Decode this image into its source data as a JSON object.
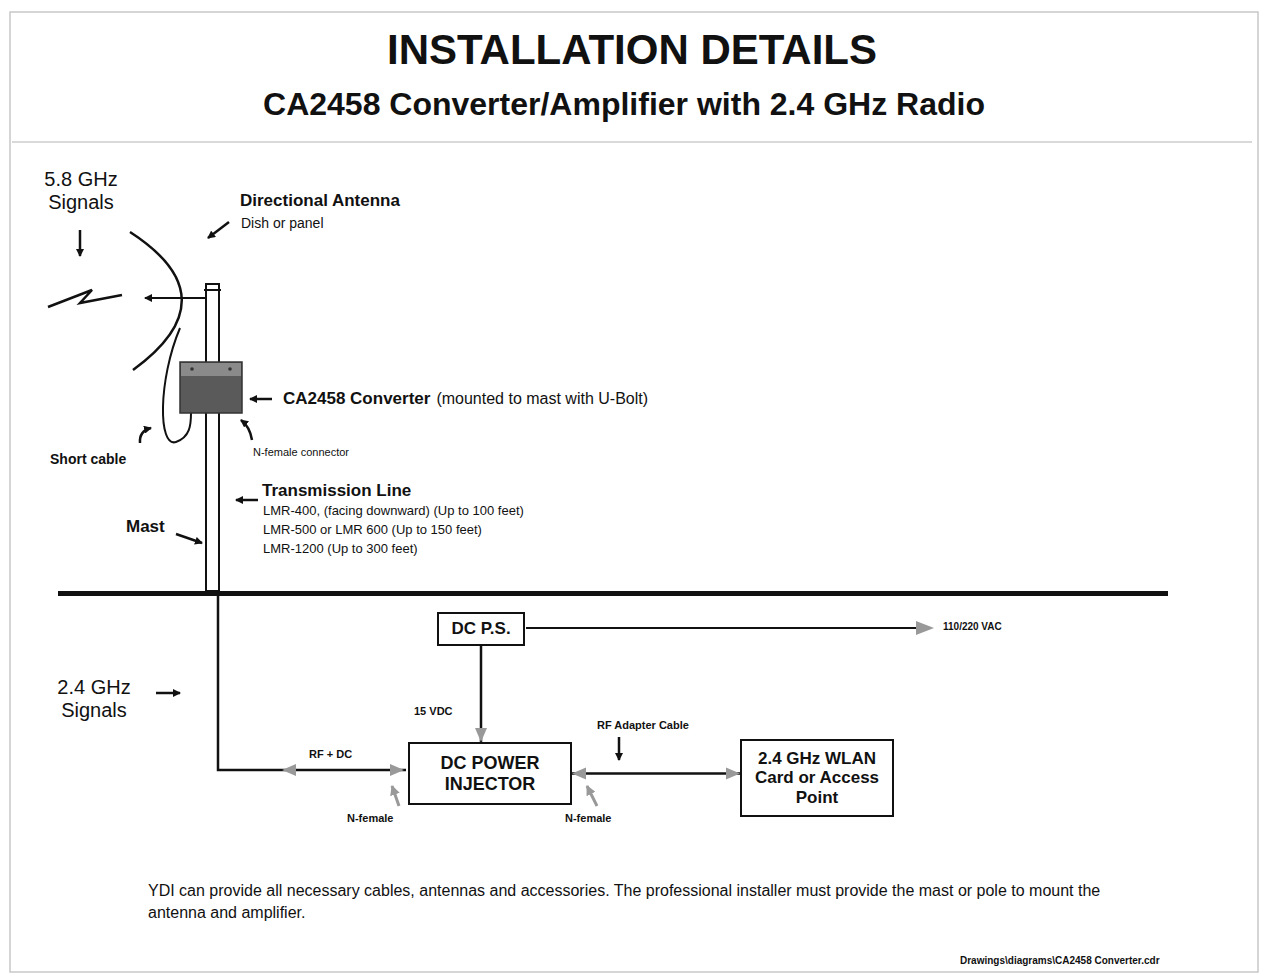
{
  "diagram": {
    "title": "INSTALLATION DETAILS",
    "caption": "YDI can provide all necessary cables, antennas and accessories.  The professional installer must provide the mast or pole to mount the antenna and amplifier.",
    "nodes": [
      {
        "text": [
          "DC P.S."
        ]
      },
      {
        "text": [
          "DC POWER INJECTOR"
        ]
      },
      {
        "text": [
          "2.4 GHz WLAN Card or Access Point"
        ]
      }
    ],
    "edges": [
      {
        "from": 0,
        "to": 1,
        "arrow": "to",
        "label": "15 VDC"
      },
      {
        "from": 1,
        "to": 2,
        "arrow": "both",
        "label": "RF Adapter Cable"
      }
    ],
    "labels": [
      "CA2458 Converter/Amplifier with 2.4 GHz Radio",
      "5.8 GHz Signals",
      "Directional Antenna",
      "Dish or panel",
      "CA2458 Converter",
      "(mounted to mast with U-Bolt)",
      "Short cable",
      "N-female connector",
      "Transmission Line",
      "LMR-400, (facing downward) (Up to 100 feet)",
      "LMR-500 or LMR 600 (Up to 150 feet)",
      "LMR-1200 (Up to 300 feet)",
      "Mast",
      "2.4 GHz Signals",
      "110/220 VAC",
      "RF + DC",
      "N-female",
      "N-female",
      "Drawings\\diagrams\\CA2458 Converter.cdr"
    ]
  }
}
